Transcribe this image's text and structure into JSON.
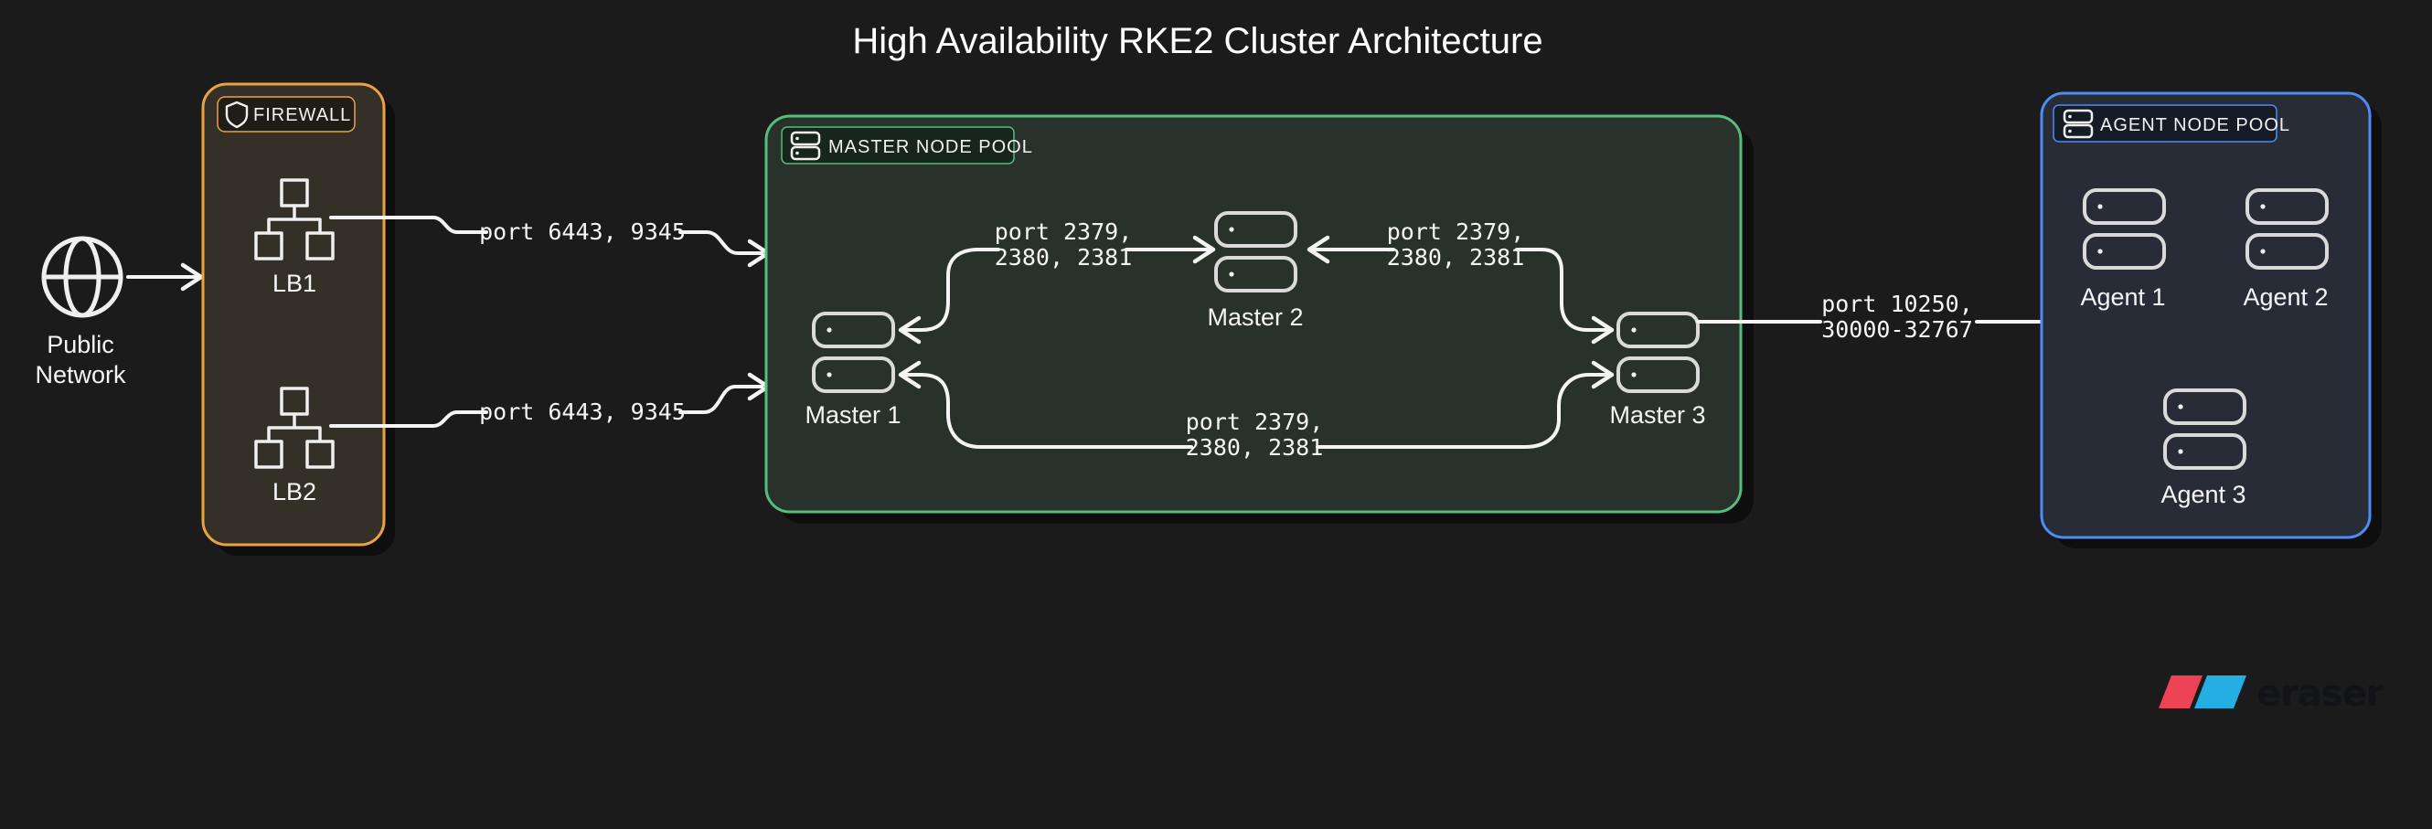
{
  "title": "High Availability RKE2 Cluster Architecture",
  "public_network": {
    "line1": "Public",
    "line2": "Network"
  },
  "firewall": {
    "chip": "FIREWALL",
    "lb1": "LB1",
    "lb2": "LB2"
  },
  "master_pool": {
    "chip": "MASTER NODE POOL",
    "master1": "Master 1",
    "master2": "Master 2",
    "master3": "Master 3"
  },
  "agent_pool": {
    "chip": "AGENT NODE POOL",
    "agent1": "Agent 1",
    "agent2": "Agent 2",
    "agent3": "Agent 3"
  },
  "edges": {
    "lb1_master": {
      "label": "port 6443, 9345"
    },
    "lb2_master": {
      "label": "port 6443, 9345"
    },
    "master1_master2": {
      "line1": "port 2379,",
      "line2": "2380, 2381"
    },
    "master2_master3": {
      "line1": "port 2379,",
      "line2": "2380, 2381"
    },
    "master1_master3": {
      "line1": "port 2379,",
      "line2": "2380, 2381"
    },
    "master_agent": {
      "line1": "port 10250,",
      "line2": "30000-32767"
    }
  },
  "watermark": {
    "text": "eraser"
  },
  "colors": {
    "background": "#1b1b1b",
    "wire": "#f4f4f4",
    "firewall_border": "#eba341",
    "firewall_fill": "#343028",
    "firewall_chip_fill": "#201d16",
    "master_border": "#57bc82",
    "master_fill": "#28312a",
    "master_chip_fill": "#17251c",
    "agent_border": "#4e8bf2",
    "agent_fill": "#272c37",
    "agent_chip_fill": "#161c26",
    "watermark_red": "#ed4455",
    "watermark_blue": "#23aee4",
    "watermark_text": "#111316"
  }
}
